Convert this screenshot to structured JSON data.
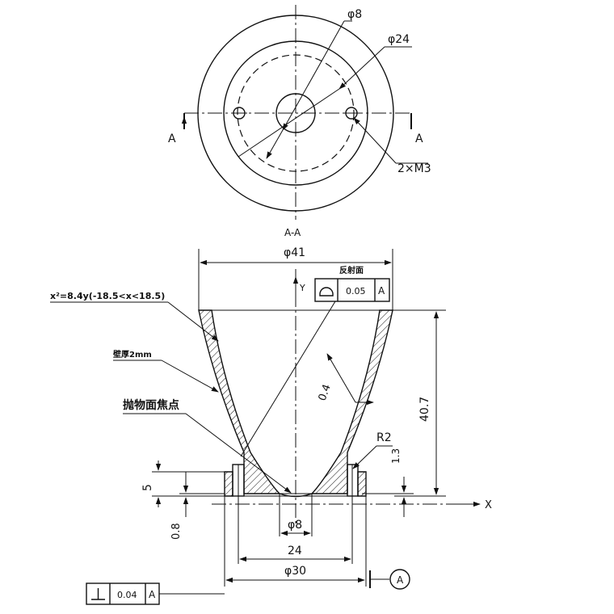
{
  "top_view": {
    "dim_d8": "φ8",
    "dim_d24": "φ24",
    "section_left": "A",
    "section_right": "A",
    "holes": "2×M3"
  },
  "section_view": {
    "title": "A-A",
    "dim_d41": "φ41",
    "formula": "x²=8.4y(-18.5<x<18.5)",
    "wall": "壁厚2mm",
    "focus": "抛物面焦点",
    "reflect_label": "反射面",
    "profile_tol": "0.05",
    "profile_ref": "A",
    "y_axis": "Y",
    "x_axis": "X",
    "dim_04": "0.4",
    "dim_407": "40.7",
    "dim_r2": "R2",
    "dim_13": "1.3",
    "dim_5": "5",
    "dim_08": "0.8",
    "dim_phi8": "φ8",
    "dim_24": "24",
    "dim_phi30": "φ30",
    "datum": "A",
    "perp_tol": "0.04",
    "perp_ref": "A",
    "icons": [
      "profile-of-surface-icon",
      "perpendicularity-icon",
      "datum-circle-icon"
    ]
  }
}
